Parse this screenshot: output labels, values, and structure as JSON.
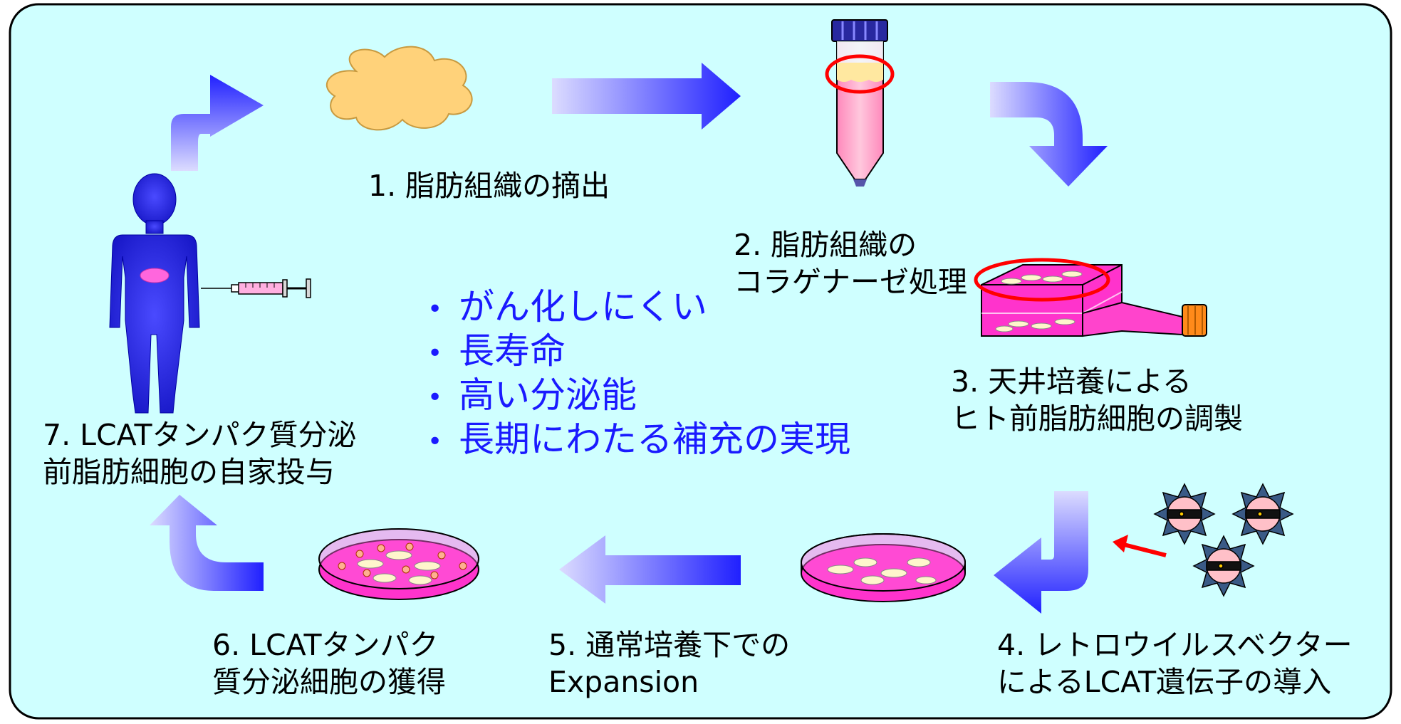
{
  "colors": {
    "background": "#cfffff",
    "border": "#000000",
    "arrow_light": "#d8d8ff",
    "arrow_dark": "#2222ff",
    "bullet_text": "#1a1aff",
    "highlight_circle": "#ff0000",
    "figure": "#2020e0",
    "flask": "#ff44cc",
    "tissue": "#ffd27a"
  },
  "steps": [
    {
      "id": "step1",
      "line1": "1. 脂肪組織の摘出",
      "line2": ""
    },
    {
      "id": "step2",
      "line1": "2. 脂肪組織の",
      "line2": "コラゲナーゼ処理"
    },
    {
      "id": "step3",
      "line1": "3. 天井培養による",
      "line2": "ヒト前脂肪細胞の調製"
    },
    {
      "id": "step4",
      "line1": "4. レトロウイルスベクター",
      "line2": "によるLCAT遺伝子の導入"
    },
    {
      "id": "step5",
      "line1": "5. 通常培養下での",
      "line2": "Expansion"
    },
    {
      "id": "step6",
      "line1": "6. LCATタンパク",
      "line2": "質分泌細胞の獲得"
    },
    {
      "id": "step7",
      "line1": "7. LCATタンパク質分泌",
      "line2": "前脂肪細胞の自家投与"
    }
  ],
  "benefits": {
    "bullet_symbol": "•",
    "items": [
      "がん化しにくい",
      "長寿命",
      "高い分泌能",
      "長期にわたる補充の実現"
    ]
  },
  "icons": {
    "tissue": "adipose-tissue-icon",
    "tube": "centrifuge-tube-icon",
    "flask": "culture-flask-icon",
    "virus": "retrovirus-icon",
    "dish": "petri-dish-icon",
    "person": "human-figure-icon",
    "syringe": "syringe-icon"
  }
}
